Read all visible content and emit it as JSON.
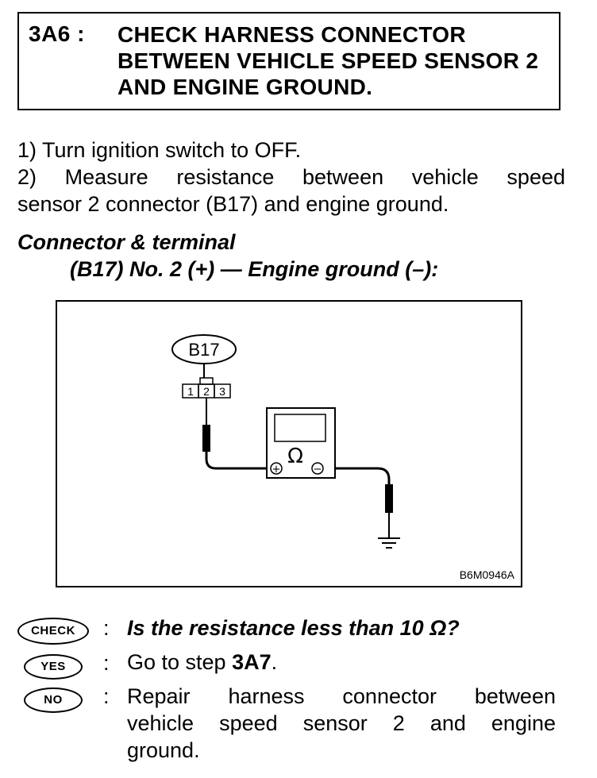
{
  "step": {
    "number": "3A6 :",
    "title": "CHECK HARNESS CONNECTOR BETWEEN VEHICLE SPEED SENSOR 2 AND ENGINE GROUND."
  },
  "instructions": {
    "line1": "1)  Turn ignition switch to OFF.",
    "line2a": "2)  Measure  resistance  between  vehicle  speed",
    "line2b": "sensor 2 connector (B17) and engine ground."
  },
  "connector": {
    "label": "Connector & terminal",
    "value": "(B17) No. 2 (+) — Engine ground (–):"
  },
  "diagram": {
    "connector_id": "B17",
    "terminals": [
      "1",
      "2",
      "3"
    ],
    "meter_symbol": "Ω",
    "plus": "+",
    "minus": "−",
    "figure_code": "B6M0946A"
  },
  "check": {
    "badge": "CHECK",
    "question": "Is the resistance less than 10 Ω?"
  },
  "yes": {
    "badge": "YES",
    "text_prefix": "Go to step ",
    "step": "3A7",
    "text_suffix": "."
  },
  "no": {
    "badge": "NO",
    "line1": "Repair  harness  connector  between",
    "line2": "vehicle  speed  sensor  2  and  engine",
    "line3": "ground."
  }
}
